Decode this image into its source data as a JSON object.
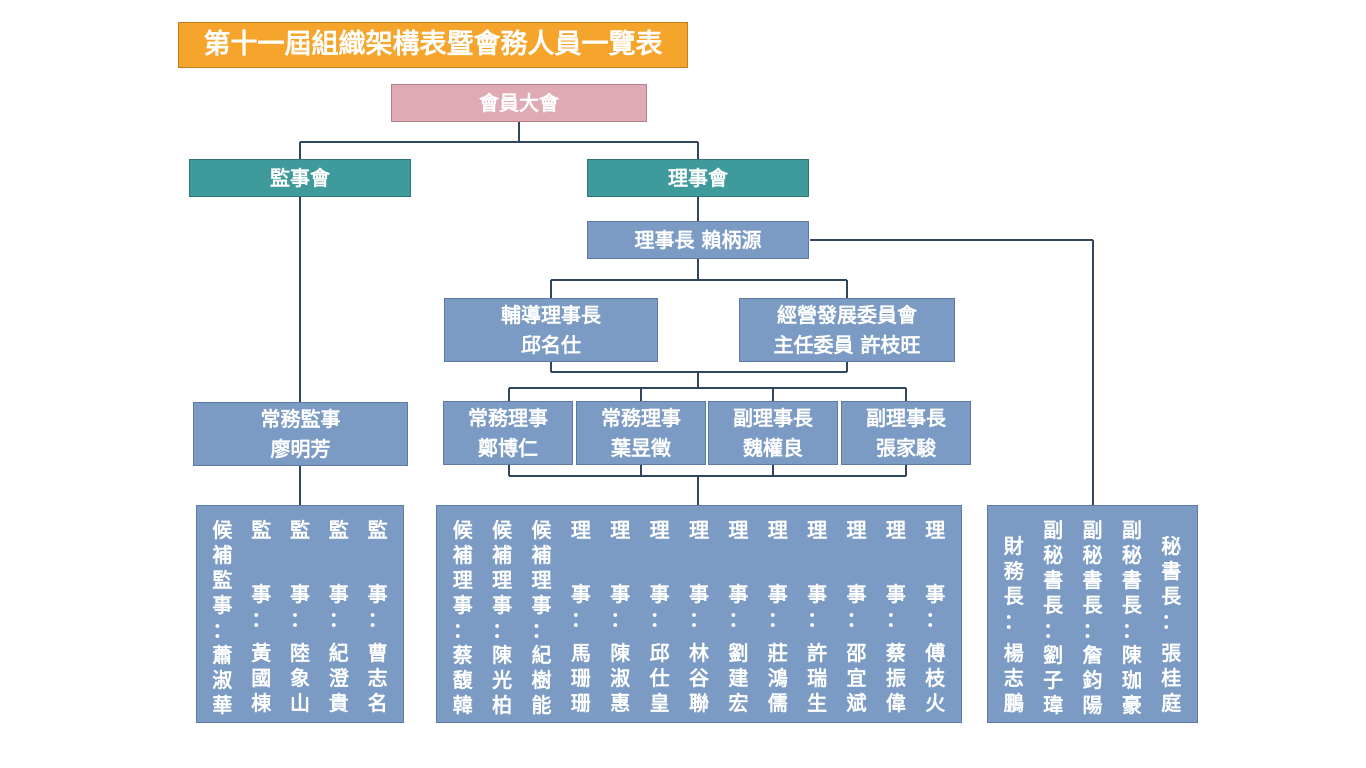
{
  "title": "第十一屆組織架構表暨會務人員一覽表",
  "member_assembly": "會員大會",
  "supervisors": {
    "board": "監事會",
    "standing": {
      "title": "常務監事",
      "name": "廖明芳"
    },
    "members": [
      {
        "role": "候補監事：",
        "name": "蕭淑華"
      },
      {
        "role": "監事：",
        "name": "黃國棟"
      },
      {
        "role": "監事：",
        "name": "陸象山"
      },
      {
        "role": "監事：",
        "name": "紀澄貴"
      },
      {
        "role": "監事：",
        "name": "曹志名"
      }
    ]
  },
  "directors": {
    "board": "理事會",
    "chair": "理事長 賴柄源",
    "counselor": {
      "title": "輔導理事長",
      "name": "邱名仕"
    },
    "development": {
      "title": "經營發展委員會",
      "name": "主任委員 許枝旺"
    },
    "standing": [
      {
        "title": "常務理事",
        "name": "鄭博仁"
      },
      {
        "title": "常務理事",
        "name": "葉昱徵"
      },
      {
        "title": "副理事長",
        "name": "魏權良"
      },
      {
        "title": "副理事長",
        "name": "張家駿"
      }
    ],
    "members": [
      {
        "role": "候補理事：",
        "name": "蔡馥韓"
      },
      {
        "role": "候補理事：",
        "name": "陳光柏"
      },
      {
        "role": "候補理事：",
        "name": "紀樹能"
      },
      {
        "role": "理事：",
        "name": "馬珊珊"
      },
      {
        "role": "理事：",
        "name": "陳淑惠"
      },
      {
        "role": "理事：",
        "name": "邱仕皇"
      },
      {
        "role": "理事：",
        "name": "林谷聯"
      },
      {
        "role": "理事：",
        "name": "劉建宏"
      },
      {
        "role": "理事：",
        "name": "莊鴻儒"
      },
      {
        "role": "理事：",
        "name": "許瑞生"
      },
      {
        "role": "理事：",
        "name": "邵宜斌"
      },
      {
        "role": "理事：",
        "name": "蔡振偉"
      },
      {
        "role": "理事：",
        "name": "傅枝火"
      }
    ]
  },
  "staff": [
    {
      "role": "財務長：",
      "name": "楊志鵬"
    },
    {
      "role": "副秘書長：",
      "name": "劉子瑋"
    },
    {
      "role": "副秘書長：",
      "name": "詹鈞陽"
    },
    {
      "role": "副秘書長：",
      "name": "陳珈豪"
    },
    {
      "role": "秘書長：",
      "name": "張桂庭"
    }
  ],
  "colors": {
    "title": "#f5a52b",
    "assembly": "#e0aab4",
    "board": "#3f9a9b",
    "box": "#7b9bc4",
    "line": "#2e4660"
  }
}
